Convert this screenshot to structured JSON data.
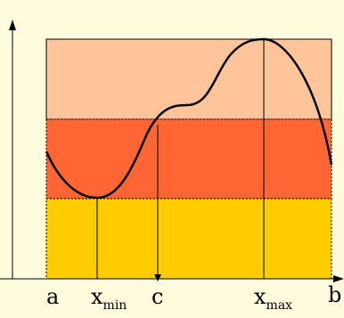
{
  "labels": {
    "a": "a",
    "x_min": "x",
    "x_min_sub": "min",
    "c": "c",
    "x_max": "x",
    "x_max_sub": "max",
    "b": "b"
  },
  "colors": {
    "background": "#fffbdc",
    "top_band": "#ffc49a",
    "middle_band": "#ff6633",
    "bottom_band": "#ffcc00",
    "stroke": "#000000"
  }
}
